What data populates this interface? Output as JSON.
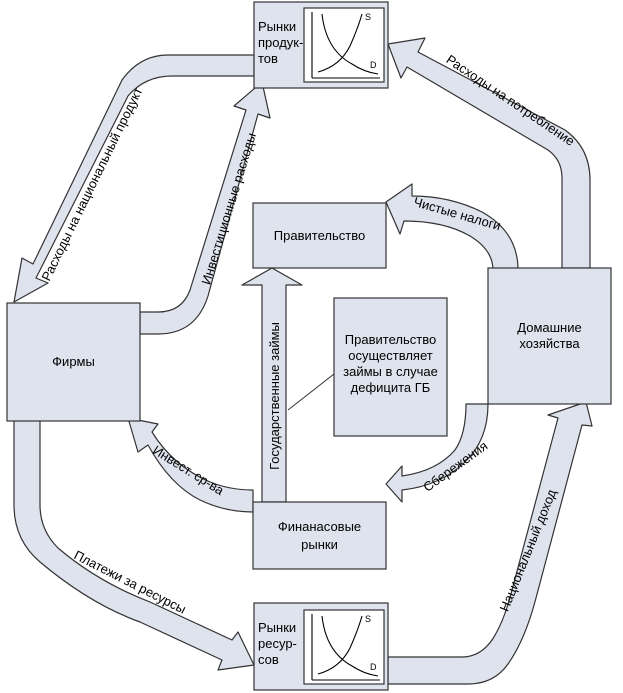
{
  "boxes": {
    "product_market": {
      "lines": [
        "Рынки",
        "продук-",
        "тов"
      ],
      "supply": "S",
      "demand": "D"
    },
    "resource_market": {
      "lines": [
        "Рынки",
        "ресур-",
        "сов"
      ],
      "supply": "S",
      "demand": "D"
    },
    "government": {
      "lines": [
        "Правительство"
      ]
    },
    "households": {
      "lines": [
        "Домашние",
        "хозяйства"
      ]
    },
    "firms": {
      "lines": [
        "Фирмы"
      ]
    },
    "financial_markets": {
      "lines": [
        "Финанасовые",
        "рынки"
      ]
    },
    "note": {
      "lines": [
        "Правительство",
        "осуществляет",
        "займы в случае",
        "дефицита ГБ"
      ]
    }
  },
  "flows": {
    "consumer_spending": "Расходы на потребление",
    "national_product_spending": "Расходы на национальный продукт",
    "investment_spending": "Инвестиционные расходы",
    "net_taxes": "Чистые налоги",
    "government_loans": "Государственные займы",
    "savings": "Сбережения",
    "investment_funds": "Инвест. ср-ва",
    "resource_payments": "Платежи за ресурсы",
    "national_income": "Национальный доход"
  },
  "colors": {
    "fill": "#dfe3ee",
    "stroke": "#333333"
  }
}
